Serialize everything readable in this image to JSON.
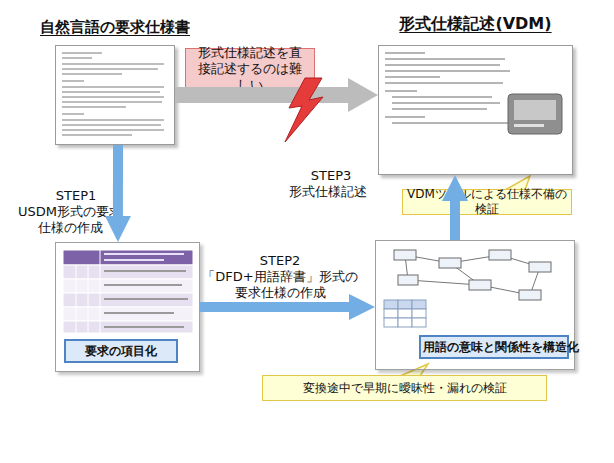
{
  "diagram": {
    "nodes": [
      {
        "text": [
          "自然言語の要求仕様書"
        ]
      },
      {
        "text": [
          "形式仕様記述を直接記述するのは難しい"
        ]
      },
      {
        "text": [
          "形式仕様記述(VDM)"
        ]
      },
      {
        "text": [
          "VDMツールによる仕様不備の検証"
        ]
      },
      {
        "text": [
          "要求の項目化"
        ]
      },
      {
        "text": [
          "用語の意味と関係性を構造化"
        ]
      },
      {
        "text": [
          "変換途中で早期に曖昧性・漏れの検証"
        ]
      }
    ],
    "edges": [
      {
        "from": 0,
        "to": 2,
        "arrow": "to"
      },
      {
        "from": 0,
        "to": 4,
        "arrow": "to"
      },
      {
        "from": 4,
        "to": 5,
        "arrow": "to"
      },
      {
        "from": 5,
        "to": 2,
        "arrow": "to"
      }
    ],
    "labels": [
      "STEP1",
      "USDM形式の要求仕様の作成",
      "STEP3",
      "形式仕様記述",
      "STEP2",
      "「DFD+用語辞書」形式の要求仕様の作成"
    ]
  }
}
